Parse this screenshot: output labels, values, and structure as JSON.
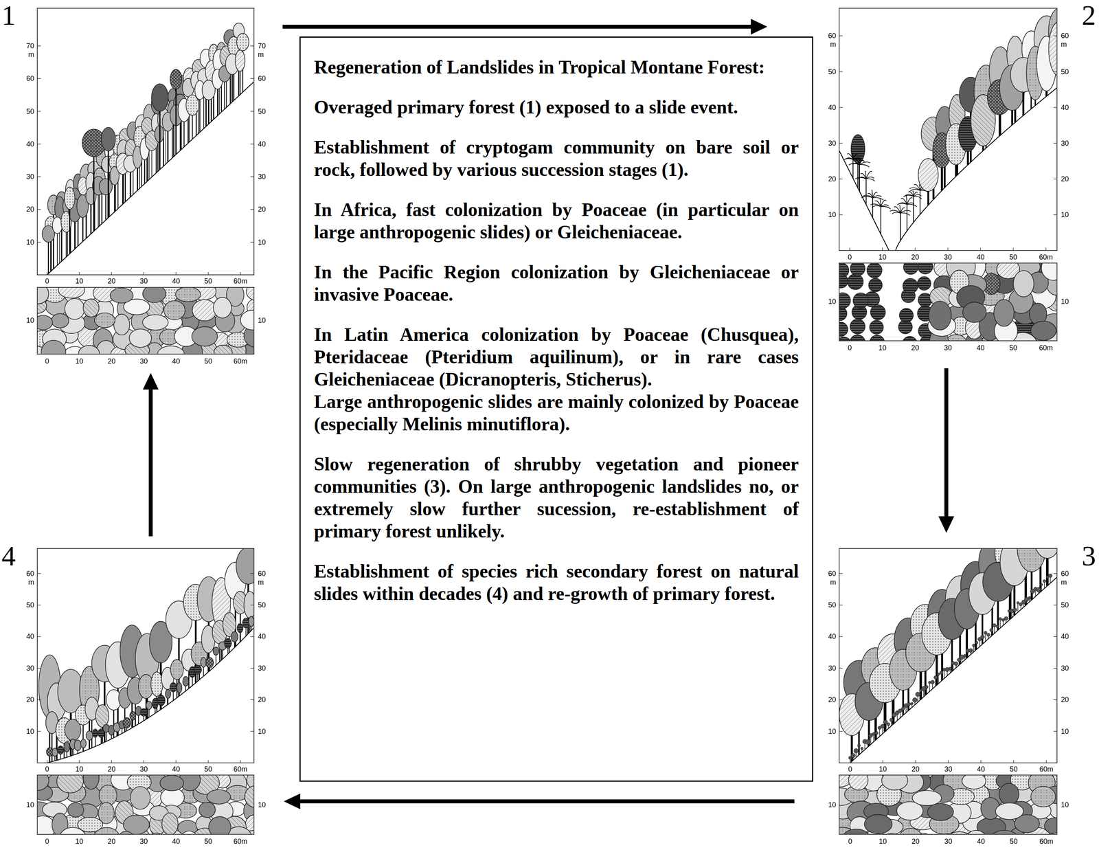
{
  "diagram": {
    "nodes": [
      {
        "text": [
          "1"
        ]
      },
      {
        "text": [
          "2"
        ]
      },
      {
        "text": [
          "3"
        ]
      },
      {
        "text": [
          "4"
        ]
      },
      {
        "text": [
          "Regeneration of Landslides in Tropical Montane Forest:",
          "Overaged primary forest (1) exposed to a slide event.",
          "Establishment of cryptogam community on bare soil or rock, followed by various succession stages (1).",
          "In Africa, fast colonization by Poaceae (in particular on large anthropogenic slides) or Gleicheniaceae.",
          "In the Pacific Region colonization by Gleicheniaceae or invasive Poaceae.",
          "In Latin America colonization by Poaceae (Chusquea), Pteridaceae (Pteridium aquilinum), or in rare cases Gleicheniaceae (Dicranopteris, Sticherus).",
          "Large anthropogenic slides are mainly colonized by Poaceae (especially Melinis minutiflora).",
          "Slow regeneration of shrubby vegetation and pioneer communities (3). On large anthropogenic landslides no, or extremely slow further sucession, re-establishment of primary forest unlikely.",
          "Establishment of species rich secondary forest on natural slides within decades (4) and re-growth of primary forest."
        ]
      }
    ],
    "edges": [
      {
        "from": 0,
        "to": 1,
        "arrow": "to"
      },
      {
        "from": 1,
        "to": 2,
        "arrow": "to"
      },
      {
        "from": 2,
        "to": 3,
        "arrow": "to"
      },
      {
        "from": 3,
        "to": 0,
        "arrow": "to"
      }
    ],
    "labels": [
      "10",
      "20",
      "30",
      "40",
      "50",
      "60",
      "70 m",
      "10",
      "20",
      "30",
      "40",
      "50",
      "60",
      "70 m",
      "0",
      "10",
      "20",
      "30",
      "40",
      "50",
      "60m",
      "10",
      "10",
      "0",
      "10",
      "20",
      "30",
      "40",
      "50",
      "60m",
      "10",
      "20",
      "30",
      "40",
      "50",
      "60 m",
      "10",
      "20",
      "30",
      "40",
      "50",
      "60 m",
      "0",
      "10",
      "20",
      "30",
      "40",
      "50",
      "60m",
      "10",
      "10",
      "0",
      "10",
      "20",
      "30",
      "40",
      "50",
      "60m",
      "10",
      "20",
      "30",
      "40",
      "50",
      "60 m",
      "10",
      "20",
      "30",
      "40",
      "50",
      "60 m",
      "0",
      "10",
      "20",
      "30",
      "40",
      "50",
      "60m",
      "10",
      "10",
      "0",
      "10",
      "20",
      "30",
      "40",
      "50",
      "60m",
      "10",
      "20",
      "30",
      "40",
      "50",
      "60 m",
      "10",
      "20",
      "30",
      "40",
      "50",
      "60 m",
      "0",
      "10",
      "20",
      "30",
      "40",
      "50",
      "60m",
      "10",
      "10",
      "0",
      "10",
      "20",
      "30",
      "40",
      "50",
      "60m"
    ]
  }
}
